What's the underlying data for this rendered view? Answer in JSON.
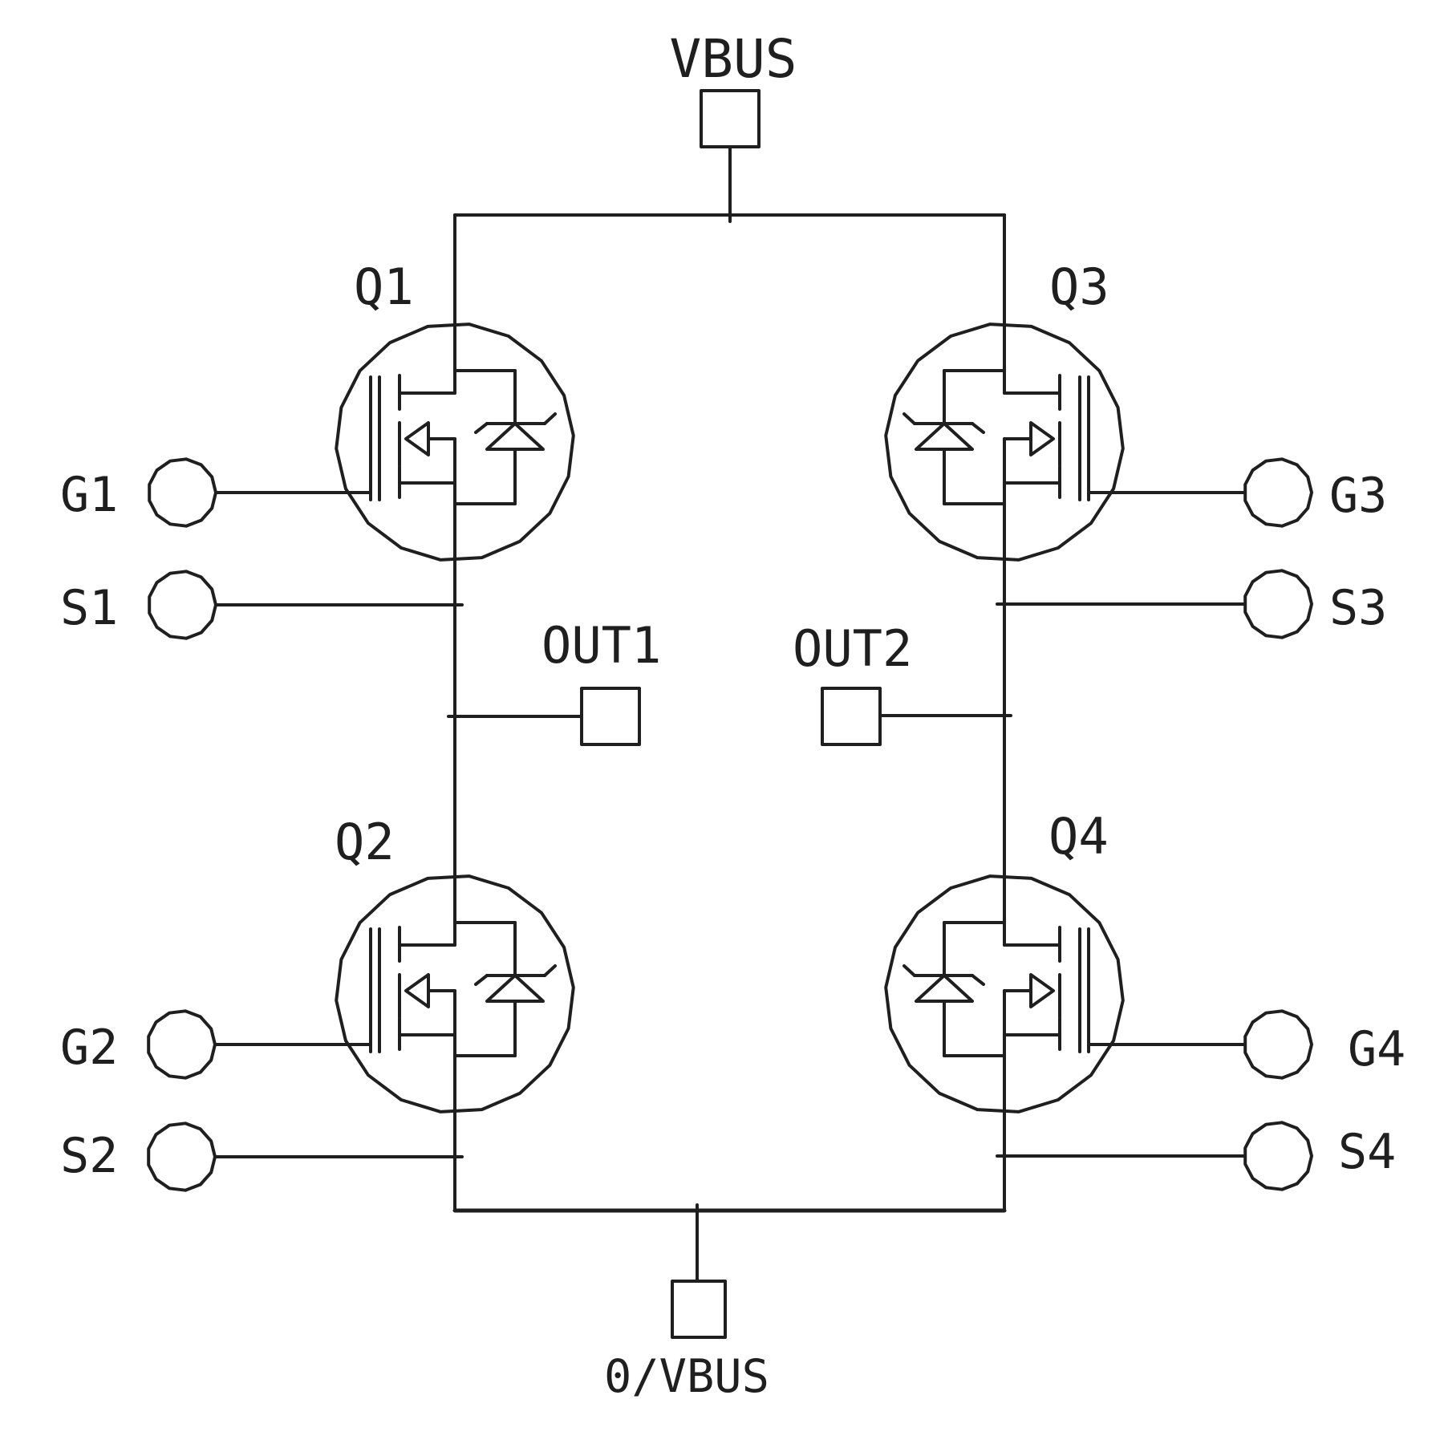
{
  "colors": {
    "background": "#ffffff",
    "stroke": "#1f1f1f",
    "text": "#1f1f1f"
  },
  "nodes": {
    "vbus": "VBUS",
    "zero_vbus": "0/VBUS",
    "out1": "OUT1",
    "out2": "OUT2"
  },
  "transistors": [
    {
      "name": "Q1",
      "gate": "G1",
      "source": "S1"
    },
    {
      "name": "Q2",
      "gate": "G2",
      "source": "S2"
    },
    {
      "name": "Q3",
      "gate": "G3",
      "source": "S3"
    },
    {
      "name": "Q4",
      "gate": "G4",
      "source": "S4"
    }
  ]
}
